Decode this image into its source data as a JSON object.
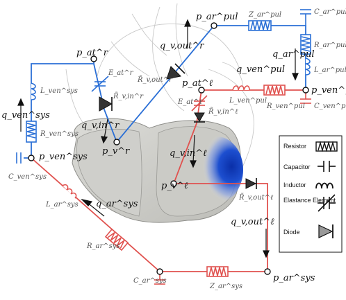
{
  "nodes": {
    "p_at_r": "p_at^r",
    "p_v_r": "p_v^r",
    "p_ar_pul": "p_ar^pul",
    "p_ven_pul": "p_ven^pul",
    "p_at_l": "p_at^ℓ",
    "p_v_l": "p_v^ℓ",
    "p_ven_sys": "p_ven^sys",
    "p_ar_sys": "p_ar^sys"
  },
  "flows": {
    "q_v_out_r": "q_v,out^r",
    "q_v_in_r": "q_v,in^r",
    "q_ar_pul": "q_ar^pul",
    "q_ven_pul": "q_ven^pul",
    "q_v_in_l": "q_v,in^ℓ",
    "q_v_out_l": "q_v,out^ℓ",
    "q_ven_sys": "q_ven^sys",
    "q_ar_sys": "q_ar^sys"
  },
  "components": {
    "Z_ar_pul": "Z_ar^pul",
    "C_ar_pul": "C_ar^pul",
    "R_ar_pul": "R_ar^pul",
    "L_ar_pul": "L_ar^pul",
    "C_ven_pul": "C_ven^pul",
    "R_ven_pul": "R_ven^pul",
    "L_ven_pul": "L_ven^pul",
    "E_at_r": "E_at^r",
    "R_v_in_r": "R̃_v,in^r",
    "R_v_out_r": "R̃_v,out^r",
    "E_at_l": "E_at^ℓ",
    "R_v_in_l": "R̃_v,in^ℓ",
    "R_v_out_l": "R̃_v,out^ℓ",
    "L_ven_sys": "L_ven^sys",
    "R_ven_sys": "R_ven^sys",
    "C_ven_sys": "C_ven^sys",
    "L_ar_sys": "L_ar^sys",
    "R_ar_sys": "R_ar^sys",
    "C_ar_sys": "C_ar^sys",
    "Z_ar_sys": "Z_ar^sys"
  },
  "legend": {
    "items": [
      {
        "label": "Resistor",
        "icon": "resistor-icon"
      },
      {
        "label": "Capacitor",
        "icon": "capacitor-icon"
      },
      {
        "label": "Inductor",
        "icon": "inductor-icon"
      },
      {
        "label": "Elastance Element",
        "icon": "elastance-icon"
      },
      {
        "label": "Diode",
        "icon": "diode-icon"
      }
    ]
  },
  "colors": {
    "pulmonary_right": "#2a6fd6",
    "systemic_left": "#e0524f",
    "lv_highlight": "#0a2fa8"
  }
}
